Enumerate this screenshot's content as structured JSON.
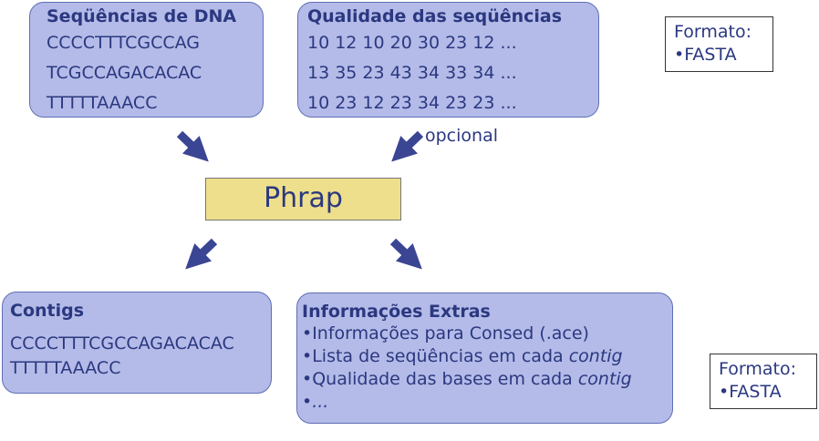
{
  "dna": {
    "title": "Seqüências de DNA",
    "lines": [
      "CCCCTTTCGCCAG",
      "TCGCCAGACACAC",
      "TTTTTAAACC"
    ]
  },
  "quality": {
    "title": "Qualidade das seqüências",
    "lines": [
      "10 12 10 20 30 23 12 ...",
      "13 35 23 43 34 33 34 ...",
      "10 23 12 23 34 23 23 ..."
    ]
  },
  "format_top": {
    "label": "Formato:",
    "item": "•FASTA"
  },
  "optional_label": "opcional",
  "program": "Phrap",
  "contigs": {
    "title": "Contigs",
    "lines": [
      "CCCCTTTCGCCAGACACAC",
      "TTTTTAAACC"
    ]
  },
  "extras": {
    "title": "Informações Extras",
    "items": [
      {
        "prefix": "•Informações para Consed (.ace)",
        "em": ""
      },
      {
        "prefix": "•Lista de seqüências em cada ",
        "em": "contig"
      },
      {
        "prefix": "•Qualidade das bases em cada ",
        "em": "contig"
      },
      {
        "prefix": "•",
        "em": "..."
      }
    ]
  },
  "format_bottom": {
    "label": "Formato:",
    "item": "•FASTA"
  },
  "colors": {
    "box_fill": "#b4bbe8",
    "program_fill": "#eedf8c",
    "arrow": "#3a4593",
    "text": "#2b3880"
  }
}
